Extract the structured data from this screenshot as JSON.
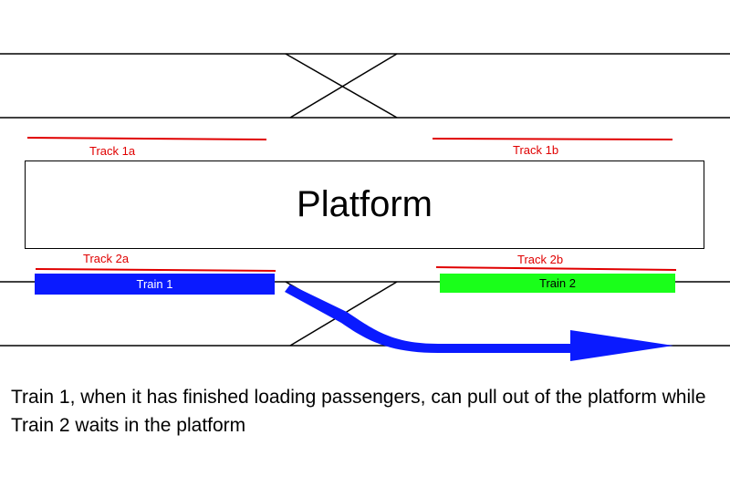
{
  "platform": {
    "label": "Platform"
  },
  "tracks": {
    "track_1a": "Track 1a",
    "track_1b": "Track 1b",
    "track_2a": "Track 2a",
    "track_2b": "Track 2b"
  },
  "trains": [
    {
      "label": "Train 1",
      "color": "#0a1aff",
      "text_color": "#ffffff"
    },
    {
      "label": "Train 2",
      "color": "#1aff1a",
      "text_color": "#000000"
    }
  ],
  "arrow_color": "#0a1aff",
  "track_marker_color": "#e00000",
  "caption": "Train 1, when it has finished loading passengers, can pull out of the platform while Train 2 waits in the platform"
}
